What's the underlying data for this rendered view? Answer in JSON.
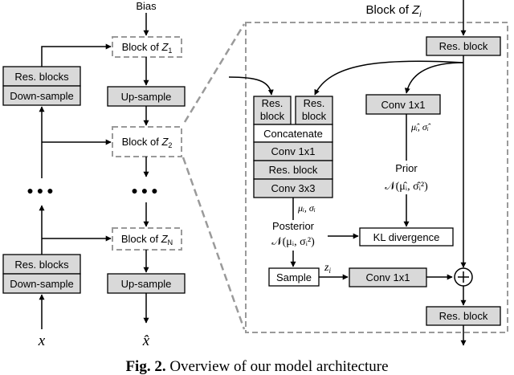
{
  "inputs": {
    "bias": "Bias",
    "x": "x",
    "x_hat": "x̂"
  },
  "left": {
    "res_blocks_top": "Res. blocks",
    "down_sample_top": "Down-sample",
    "res_blocks_bottom": "Res. blocks",
    "down_sample_bottom": "Down-sample",
    "ellipsis_left": "●●●",
    "ellipsis_mid": "●●●"
  },
  "middle": {
    "block_z1_prefix": "Block of ",
    "block_z1_var": "Z",
    "block_z1_sub": "1",
    "up_sample_top": "Up-sample",
    "block_z2_prefix": "Block of ",
    "block_z2_var": "Z",
    "block_z2_sub": "2",
    "block_zn_prefix": "Block of ",
    "block_zn_var": "Z",
    "block_zn_sub": "N",
    "up_sample_bottom": "Up-sample"
  },
  "detail": {
    "title_prefix": "Block of ",
    "title_var": "Z",
    "title_sub": "i",
    "res_block_top": "Res. block",
    "res_block_a_line1": "Res.",
    "res_block_a_line2": "block",
    "res_block_b_line1": "Res.",
    "res_block_b_line2": "block",
    "concatenate": "Concatenate",
    "conv1x1_a": "Conv 1x1",
    "res_block_mid": "Res. block",
    "conv3x3": "Conv 3x3",
    "conv1x1_prior": "Conv 1x1",
    "prior_params": "μ̂ᵢ, σ̂ᵢ",
    "prior_label": "Prior",
    "prior_dist": "𝒩(μ̂ᵢ, σ̂ᵢ²)",
    "post_params": "μᵢ, σᵢ",
    "posterior_label": "Posterior",
    "posterior_dist": "𝒩(μᵢ, σᵢ²)",
    "kl": "KL divergence",
    "sample": "Sample",
    "z_var": "z",
    "z_sub": "i",
    "conv1x1_b": "Conv 1x1",
    "plus": "+",
    "res_block_bottom": "Res. block"
  },
  "caption": {
    "fig": "Fig. 2.",
    "text": "Overview of our model architecture"
  }
}
